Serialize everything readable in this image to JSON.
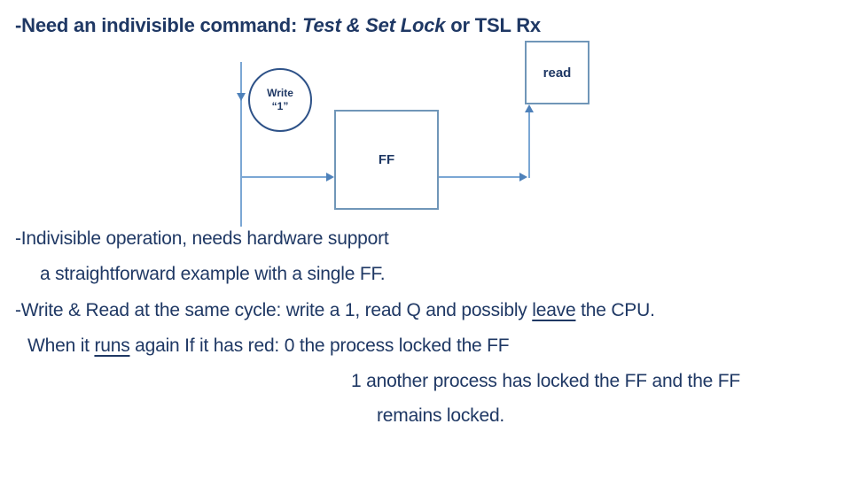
{
  "slide": {
    "background_color": "#FFFFFF",
    "text_color": "#1F3864",
    "connector_color": "#7BA7D4",
    "arrowhead_color": "#4E81BA",
    "box_border_color": "#7096B8",
    "circle_border_color": "#2E5288"
  },
  "title": {
    "pre": "-Need an indivisible command: ",
    "italic": "Test & Set Lock",
    "post": " or TSL Rx"
  },
  "diagram": {
    "write_circle": {
      "line1": "Write",
      "line2": "“1”"
    },
    "ff_box": {
      "label": "FF"
    },
    "read_box": {
      "label": "read"
    }
  },
  "body": {
    "line1": {
      "text": "-Indivisible operation, needs hardware support"
    },
    "line2": {
      "text": "a straightforward example with a single FF."
    },
    "line3": {
      "pre": "-Write & Read at the same cycle: write a 1, read Q and possibly ",
      "underline": "leave",
      "post": " the CPU."
    },
    "line4": {
      "pre": "When it ",
      "underline": "runs",
      "post": " again If it has red: 0 the process locked the FF"
    },
    "line5": {
      "text": "1 another process has locked the FF and the FF"
    },
    "line6": {
      "text": "remains locked."
    }
  }
}
